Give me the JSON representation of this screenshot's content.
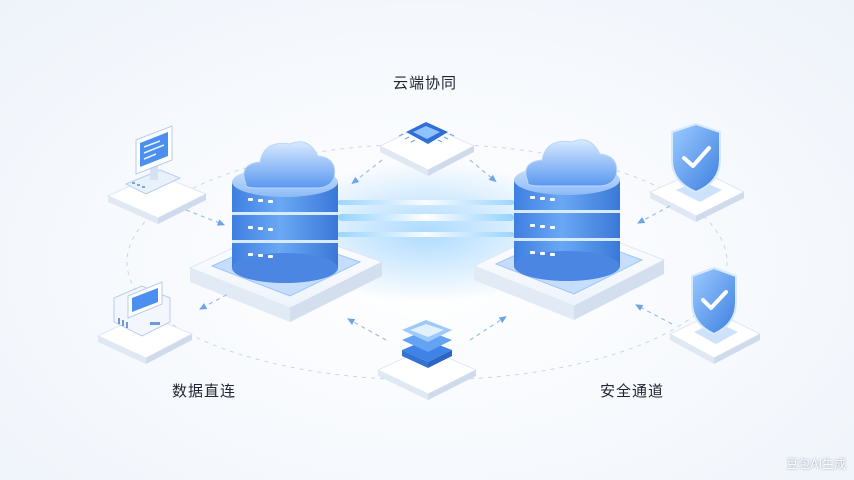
{
  "labels": {
    "cloud_sync": "云端协同",
    "direct_data": "数据直连",
    "secure_channel": "安全通道"
  },
  "watermark": "豆包AI生成",
  "colors": {
    "primary_blue": "#4f93ef",
    "light_blue": "#9cc6fb",
    "glow": "#7fc4ff",
    "platform": "#ffffff",
    "text": "#1f2430"
  },
  "icons": [
    "cloud-server-icon",
    "chip-icon",
    "database-stack-icon",
    "monitor-icon",
    "workstation-icon",
    "shield-check-icon"
  ]
}
